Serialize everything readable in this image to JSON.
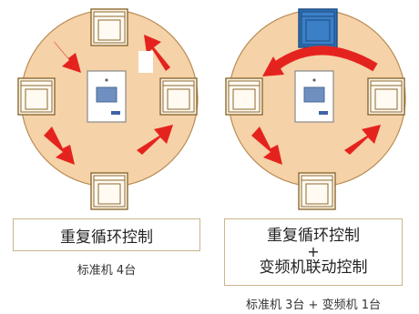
{
  "left": {
    "caption": "重复循环控制",
    "subtitle": "标准机  4台"
  },
  "right": {
    "caption_line1": "重复循环控制",
    "caption_plus": "+",
    "caption_line2": "变频机联动控制",
    "subtitle": "标准机 3台 + 变频机 1台"
  },
  "colors": {
    "table_fill": "#f5d2a8",
    "machine_outline": "#9a7a3a",
    "arrow_red": "#e5231e",
    "inverter_blue": "#2f6fb5"
  }
}
